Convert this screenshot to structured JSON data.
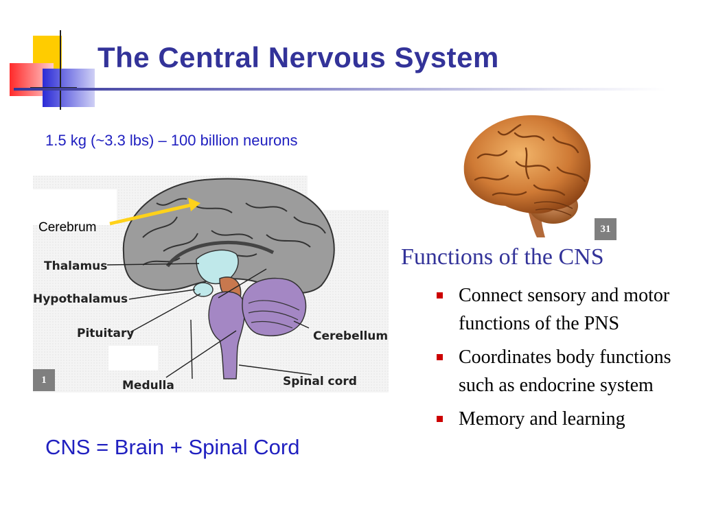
{
  "slide": {
    "title": "The Central Nervous System",
    "subtitle": "1.5 kg (~3.3 lbs) – 100 billion neurons",
    "formula": "CNS = Brain + Spinal Cord"
  },
  "diagram": {
    "labels": {
      "cerebrum": "Cerebrum",
      "thalamus": "Thalamus",
      "hypothalamus": "Hypothalamus",
      "pituitary": "Pituitary",
      "medulla": "Medulla",
      "cerebellum": "Cerebellum",
      "spinal_cord": "Spinal cord"
    },
    "badge": "1"
  },
  "photo": {
    "badge": "31"
  },
  "functions": {
    "heading": "Functions of the CNS",
    "items": [
      "Connect sensory and motor functions of the PNS",
      "Coordinates body functions such as endocrine system",
      "Memory and learning"
    ]
  },
  "colors": {
    "title": "#333399",
    "accent_text": "#2020c0",
    "bullet": "#cc0000",
    "logo_yellow": "#ffcc00",
    "logo_red": "#ff3333",
    "logo_blue": "#3333cc"
  }
}
